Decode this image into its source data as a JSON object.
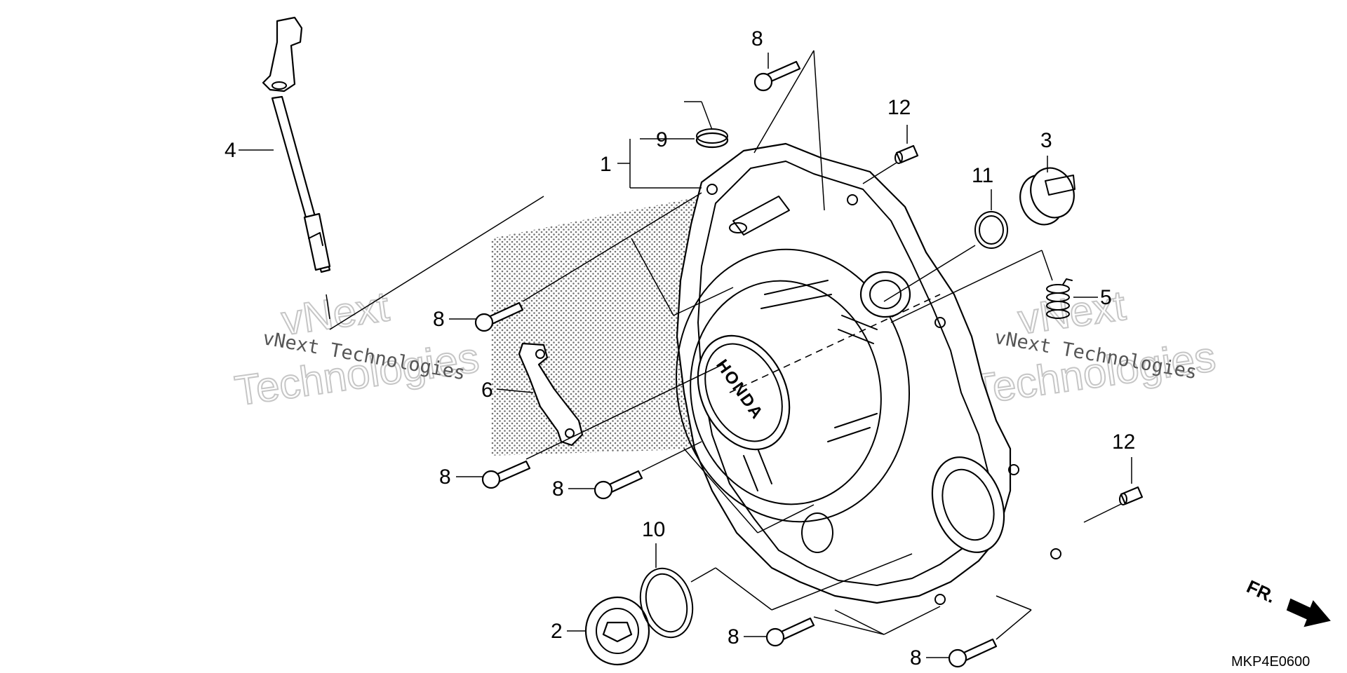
{
  "labels": {
    "p1": "1",
    "p2": "2",
    "p3": "3",
    "p4": "4",
    "p5": "5",
    "p6": "6",
    "p8": "8",
    "p9": "9",
    "p10": "10",
    "p11": "11",
    "p12": "12"
  },
  "watermark": {
    "line1": "vNext",
    "line2": "Technologies",
    "small": "vNext Technologies"
  },
  "logo_text": "HONDA",
  "direction_label": "FR.",
  "diagram_code": "MKP4E0600"
}
